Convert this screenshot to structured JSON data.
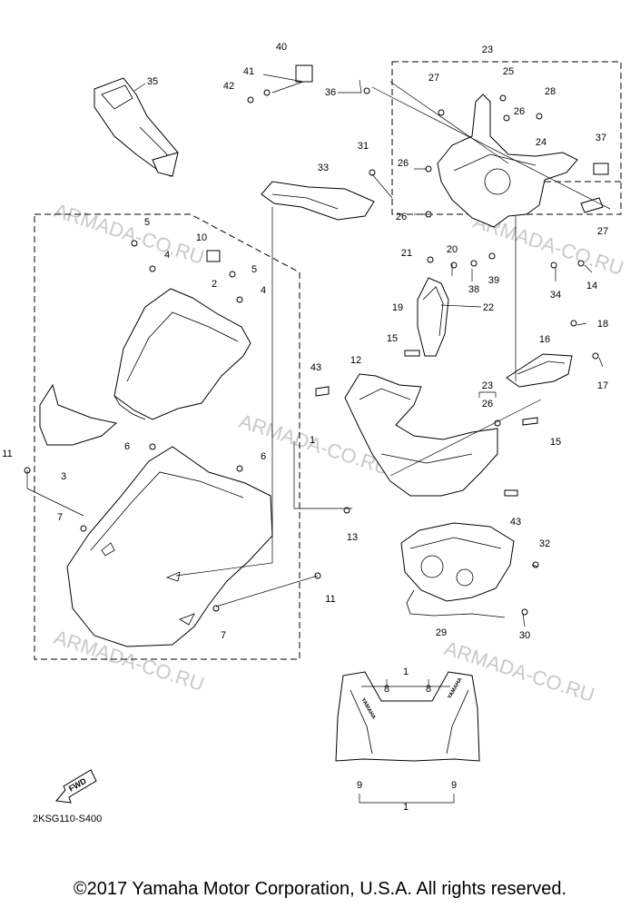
{
  "watermark": "ARMADA-CO.RU",
  "diagram_code": "2KSG110-S400",
  "fwd_label": "FWD",
  "logo_text": "YAMAHA",
  "copyright": "©2017 Yamaha Motor Corporation, U.S.A. All rights reserved.",
  "callouts": [
    "1",
    "2",
    "3",
    "4",
    "5",
    "6",
    "7",
    "8",
    "9",
    "10",
    "11",
    "12",
    "13",
    "14",
    "15",
    "16",
    "17",
    "18",
    "19",
    "20",
    "21",
    "22",
    "23",
    "24",
    "25",
    "26",
    "27",
    "28",
    "29",
    "30",
    "31",
    "32",
    "33",
    "34",
    "35",
    "36",
    "37",
    "38",
    "39",
    "40",
    "41",
    "42",
    "43"
  ]
}
